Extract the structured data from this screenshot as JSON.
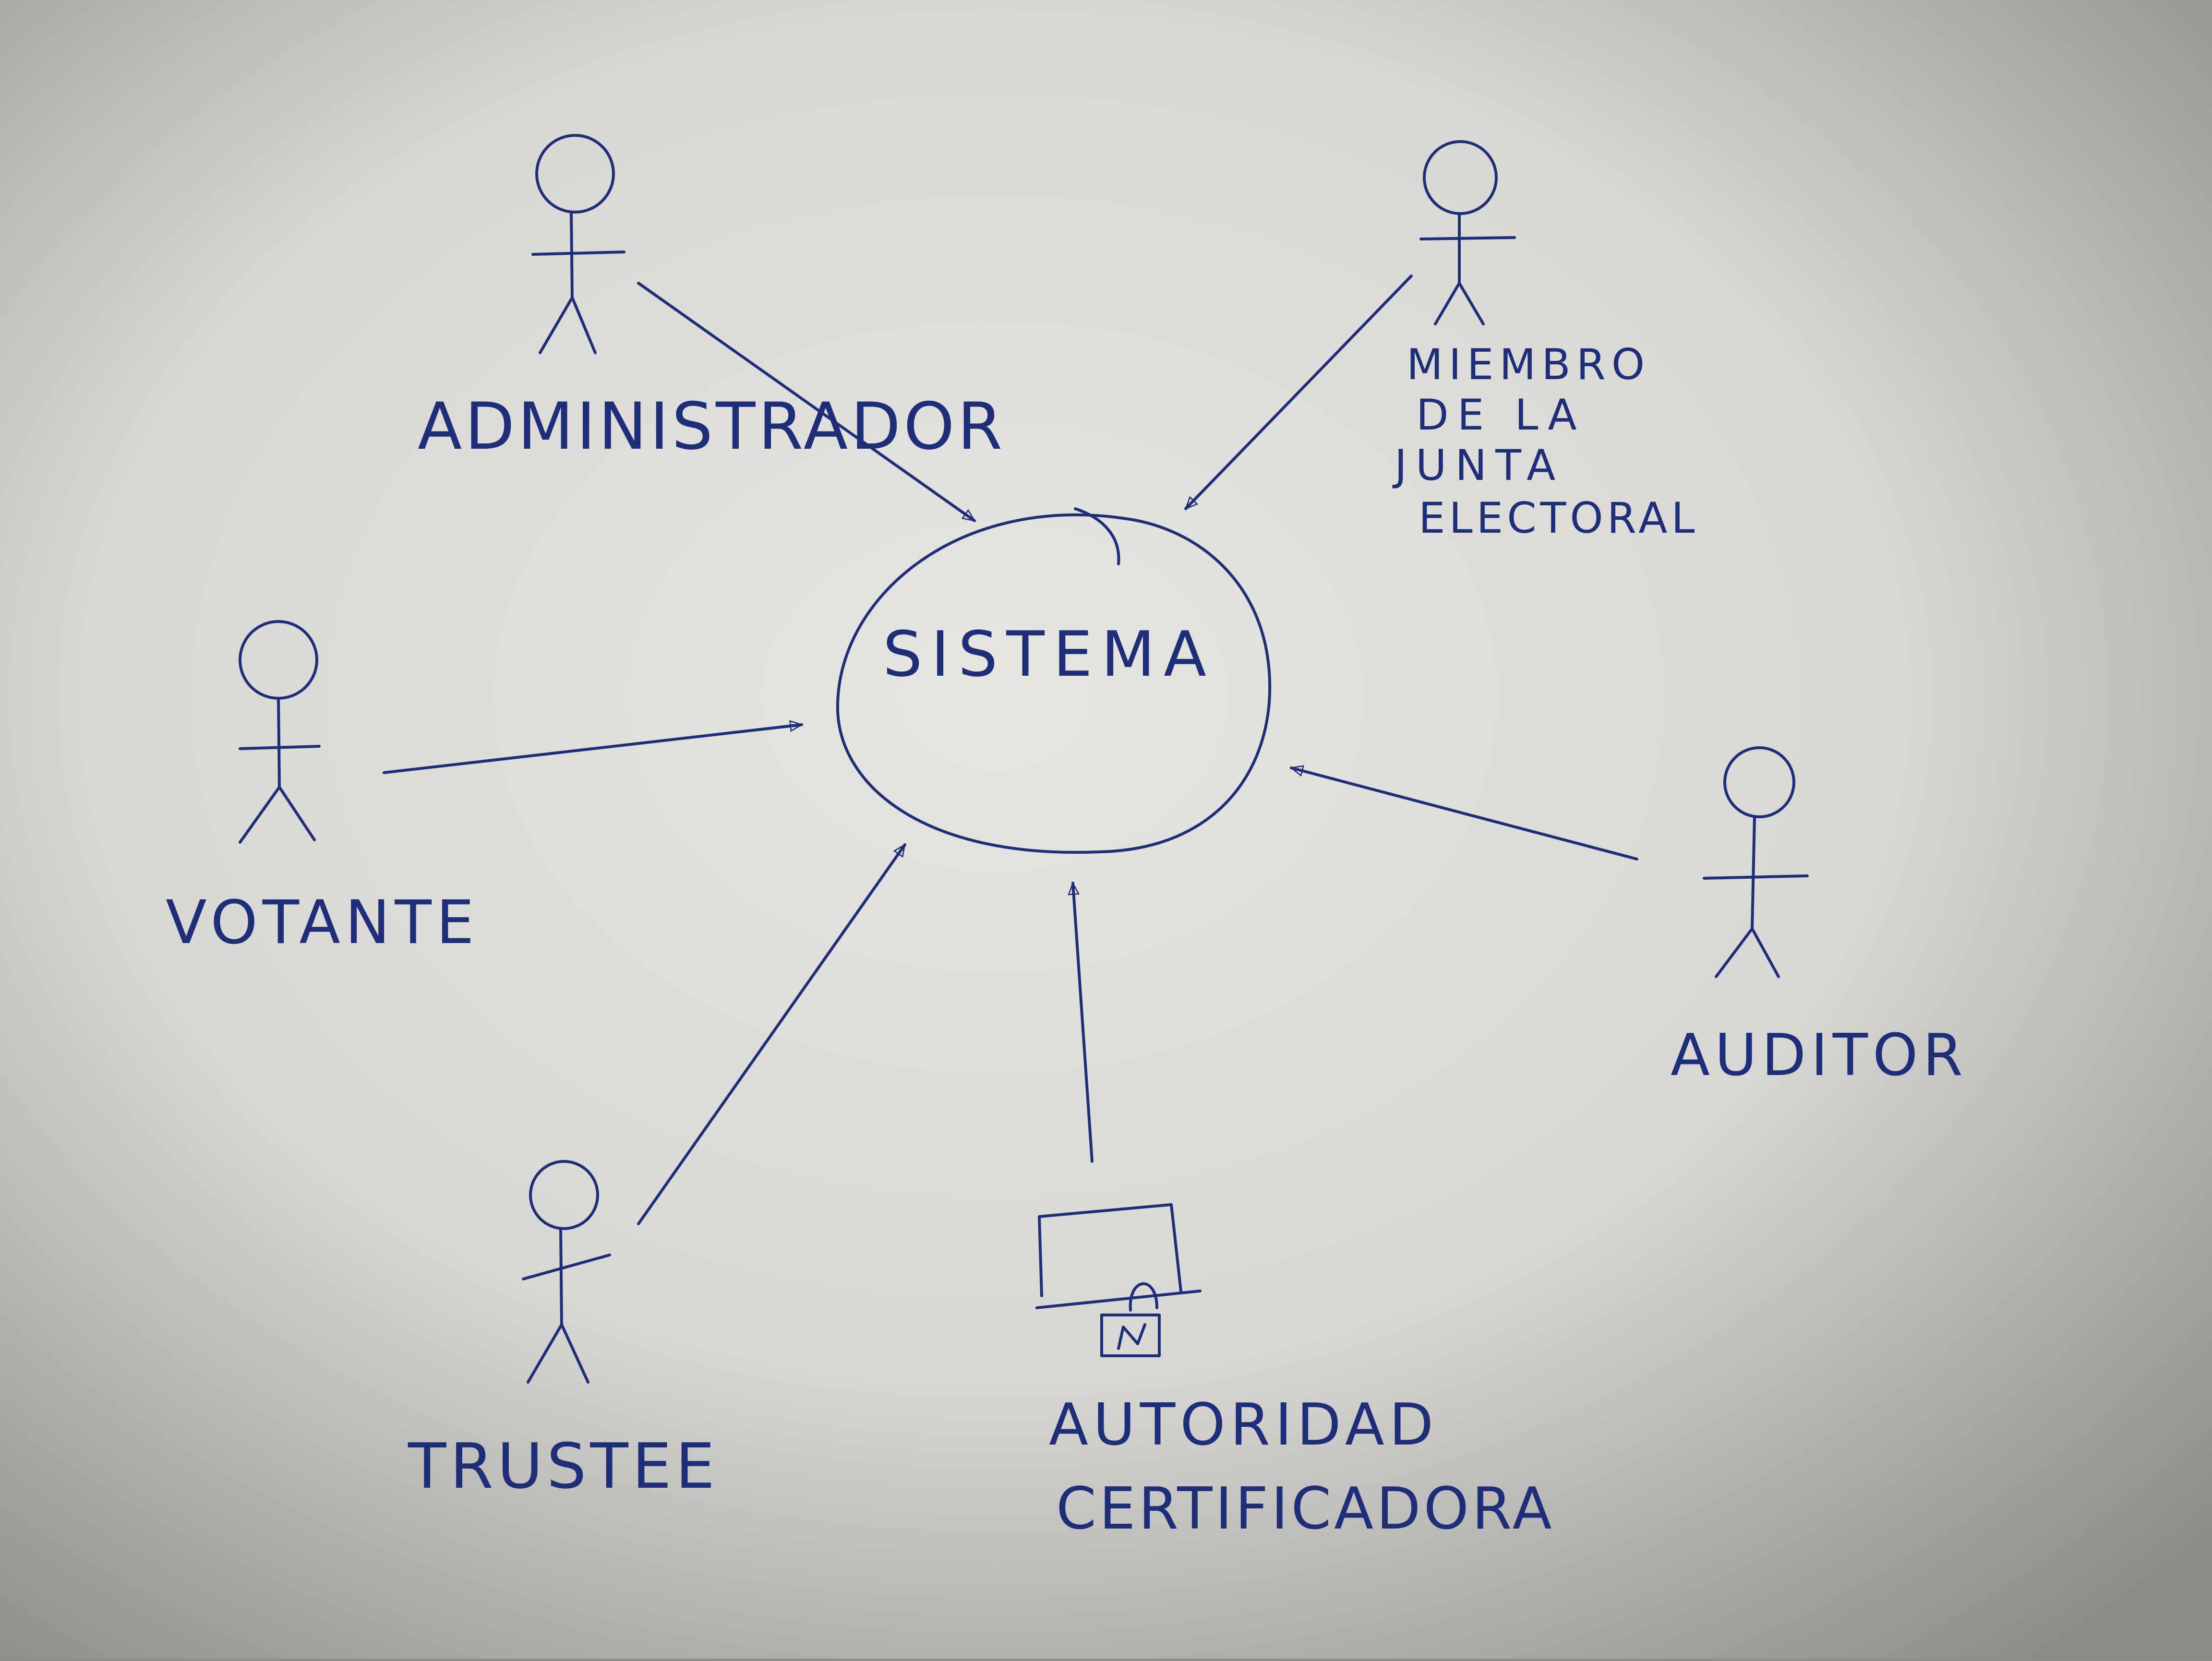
{
  "system": {
    "label": "SISTEMA"
  },
  "actors": {
    "administrador": {
      "label": "ADMINISTRADOR"
    },
    "miembro_junta": {
      "label_lines": [
        "MIEMBRO",
        "DE LA",
        "JUNTA",
        "ELECTORAL"
      ]
    },
    "votante": {
      "label": "VOTANTE"
    },
    "auditor": {
      "label": "AUDITOR"
    },
    "trustee": {
      "label": "TRUSTEE"
    },
    "autoridad_certificadora": {
      "label_lines": [
        "AUTORIDAD",
        "CERTIFICADORA"
      ]
    }
  },
  "colors": {
    "ink": "#1f2e79",
    "paper_light": "#e4e3df",
    "paper_dark": "#8a8985"
  },
  "icons": {
    "actor": "stick-figure-icon",
    "certificate_authority": "laptop-lock-icon"
  }
}
